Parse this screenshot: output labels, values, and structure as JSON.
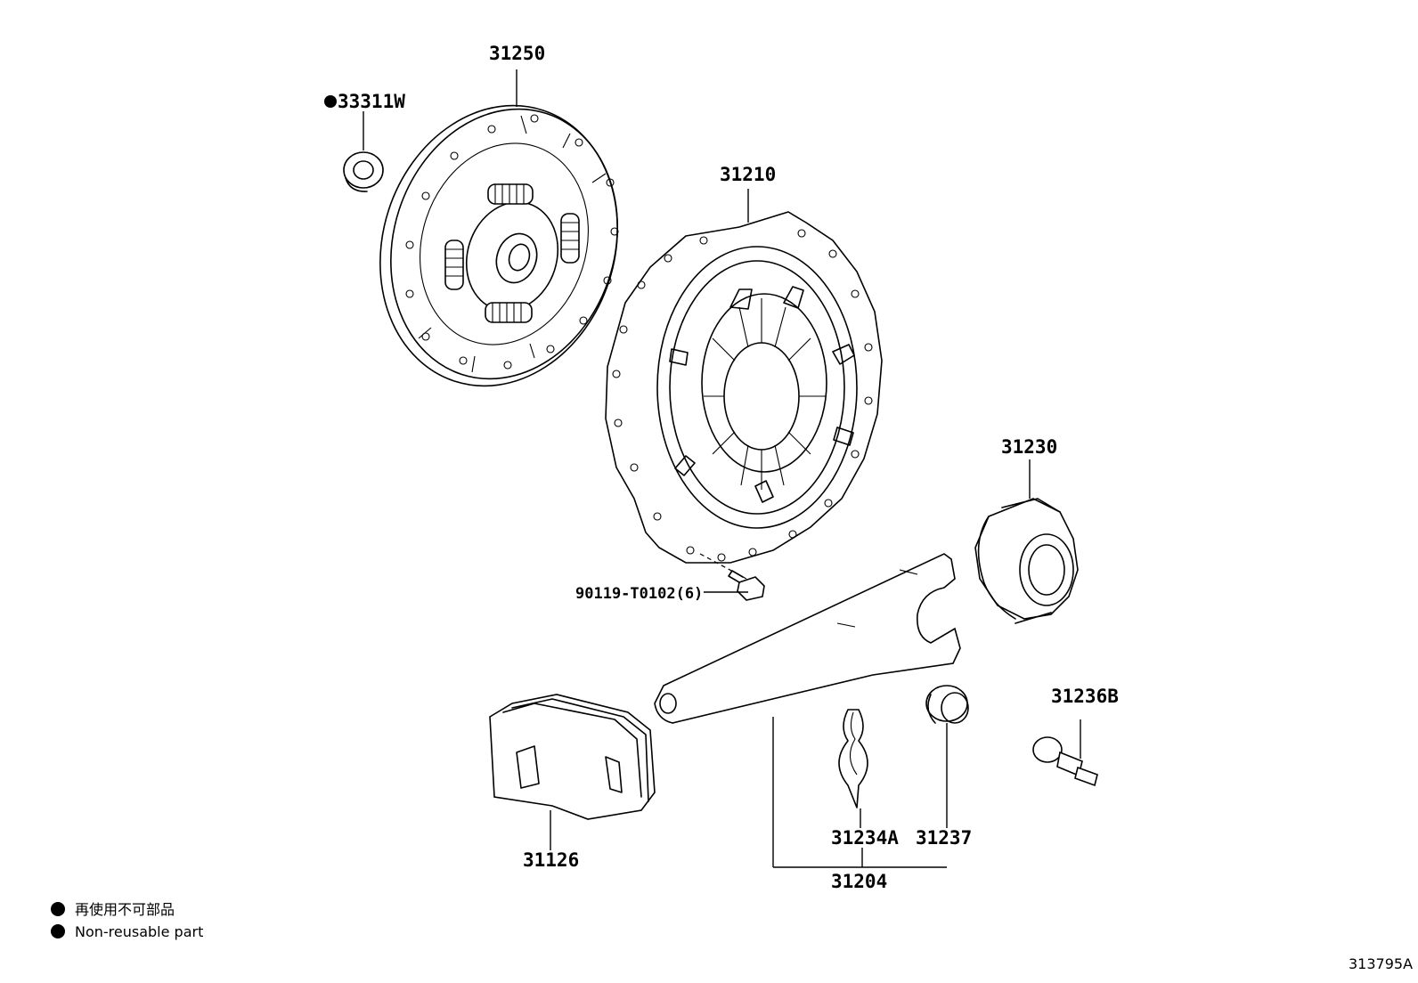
{
  "parts": {
    "p31250": "31250",
    "p33311w": "33311W",
    "p31210": "31210",
    "p31230": "31230",
    "p90119": "90119-T0102(6)",
    "p31236b": "31236B",
    "p31126": "31126",
    "p31234a": "31234A",
    "p31237": "31237",
    "p31204": "31204"
  },
  "legend": {
    "japanese": "再使用不可部品",
    "english": "Non-reusable part"
  },
  "diagram_id": "313795A"
}
